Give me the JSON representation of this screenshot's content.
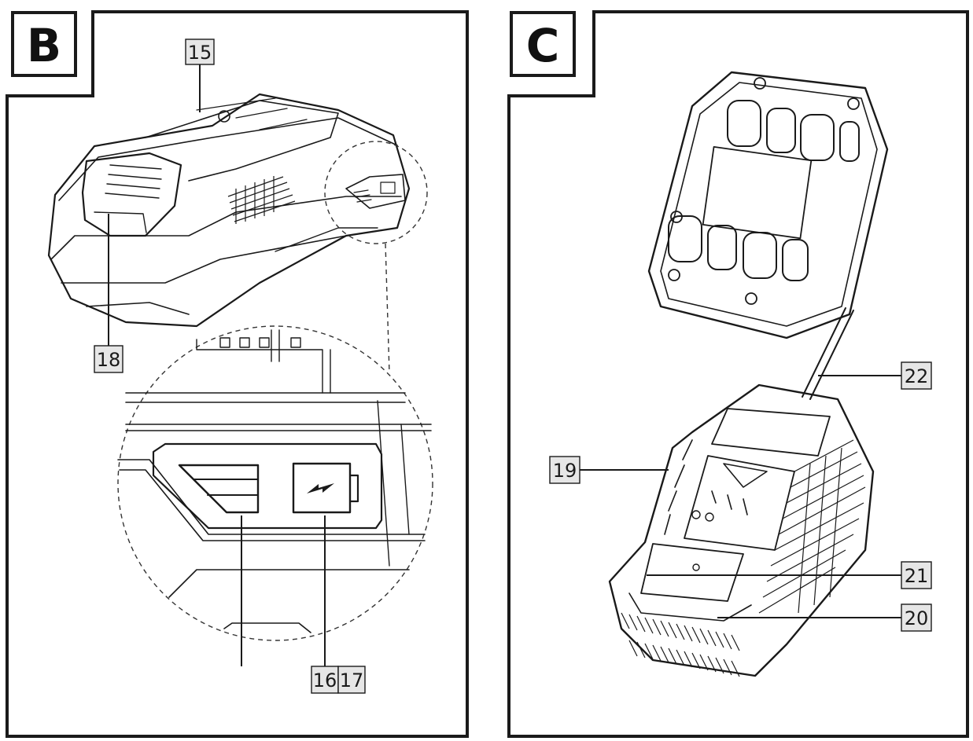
{
  "panels": [
    {
      "letter": "B",
      "labels": {
        "top": "15",
        "left": "18",
        "bottom_a": "16",
        "bottom_b": "17"
      }
    },
    {
      "letter": "C",
      "labels": {
        "cable": "22",
        "side": "19",
        "front_upper": "21",
        "front_lower": "20"
      }
    }
  ],
  "icons": [
    "battery-level-icon",
    "charge-icon"
  ]
}
